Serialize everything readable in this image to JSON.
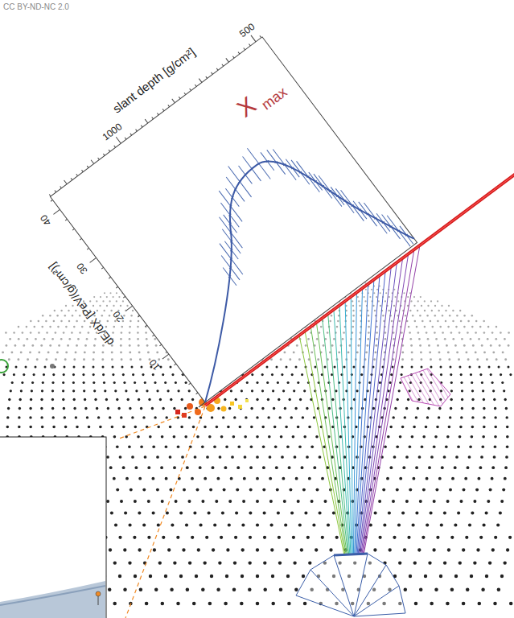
{
  "diagram": {
    "labels": [
      "CC BY-ND-NC 2.0",
      "slant depth [g/cm²]",
      "1000",
      "500",
      "X",
      "max",
      "dE/dX [PeV/(g/cm²)]",
      "40",
      "30",
      "20",
      "10"
    ]
  }
}
